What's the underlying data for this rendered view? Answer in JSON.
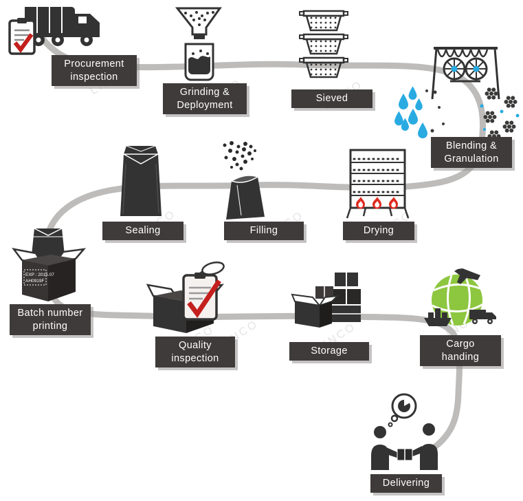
{
  "watermark": "LINCO",
  "colors": {
    "icon_dark": "#333333",
    "label_bg": "#3f3b3a",
    "label_text": "#ffffff",
    "connector_gray": "#bdbcbb",
    "check_red": "#c4201d",
    "droplet_blue": "#29abe2",
    "cargo_green": "#8dc63f",
    "flame_red": "#e02b20"
  },
  "batch_print": {
    "line1": "EXP : 2015.07",
    "line2": "AH0919F"
  },
  "steps": [
    {
      "id": "procurement-inspection",
      "label": "Procurement\ninspection",
      "icon": "truck-with-checklist-icon"
    },
    {
      "id": "grinding-deployment",
      "label": "Grinding &\nDeployment",
      "icon": "funnel-grinder-icon"
    },
    {
      "id": "sieved",
      "label": "Sieved",
      "icon": "sieve-stack-icon"
    },
    {
      "id": "blending-granulation",
      "label": "Blending &\nGranulation",
      "icon": "blending-machine-icon"
    },
    {
      "id": "sealing",
      "label": "Sealing",
      "icon": "sealed-pouch-icon"
    },
    {
      "id": "filling",
      "label": "Filling",
      "icon": "filling-bag-icon"
    },
    {
      "id": "drying",
      "label": "Drying",
      "icon": "drying-rack-flames-icon"
    },
    {
      "id": "batch-number-printing",
      "label": "Batch number\nprinting",
      "icon": "printed-carton-icon"
    },
    {
      "id": "quality-inspection",
      "label": "Quality\ninspection",
      "icon": "box-checklist-icon"
    },
    {
      "id": "storage",
      "label": "Storage",
      "icon": "stacked-boxes-icon"
    },
    {
      "id": "cargo-handing",
      "label": "Cargo\nhanding",
      "icon": "globe-transport-icon"
    },
    {
      "id": "delivering",
      "label": "Delivering",
      "icon": "handover-people-icon"
    }
  ]
}
